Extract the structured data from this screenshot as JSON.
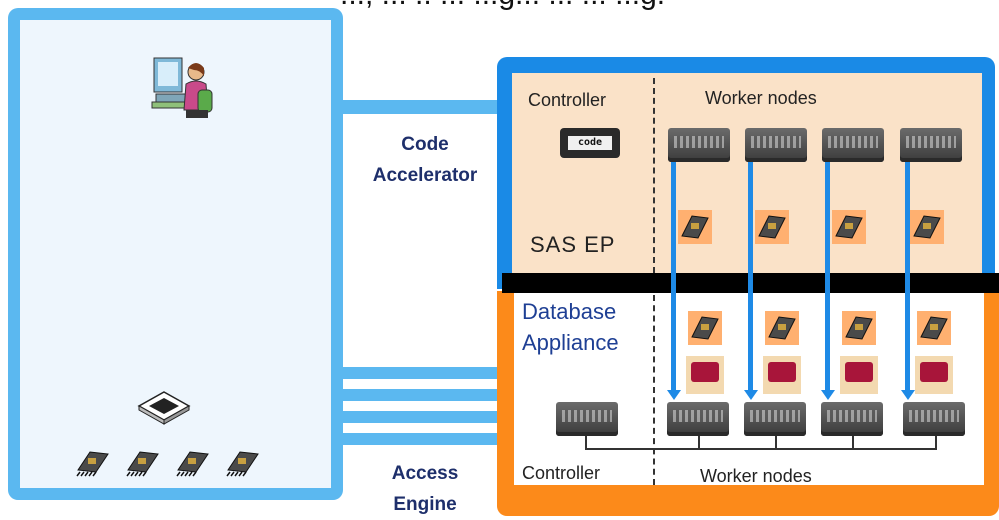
{
  "header": {
    "title": "..., ... .. ... ...g... ... ... ...g."
  },
  "labels": {
    "code_accelerator": [
      "Code",
      "Accelerator"
    ],
    "access_engine": [
      "Access",
      "Engine"
    ],
    "controller_top": "Controller",
    "worker_nodes_top": "Worker nodes",
    "code_badge": "code",
    "sas_ep": "SAS EP",
    "database_appliance": [
      "Database",
      "Appliance"
    ],
    "controller_bottom": "Controller",
    "worker_nodes_bottom": "Worker nodes"
  },
  "colors": {
    "client_blue": "#5bb8f0",
    "sas_blue": "#1a8ae6",
    "db_orange": "#fc8a1a",
    "divider": "#000000",
    "title_navy": "#1e2f6b"
  },
  "icons": {
    "user": "user-at-computer-icon",
    "cpu": "cpu-chip-icon",
    "memory": "memory-chip-icon",
    "server": "server-icon",
    "disk": "disk-icon"
  }
}
